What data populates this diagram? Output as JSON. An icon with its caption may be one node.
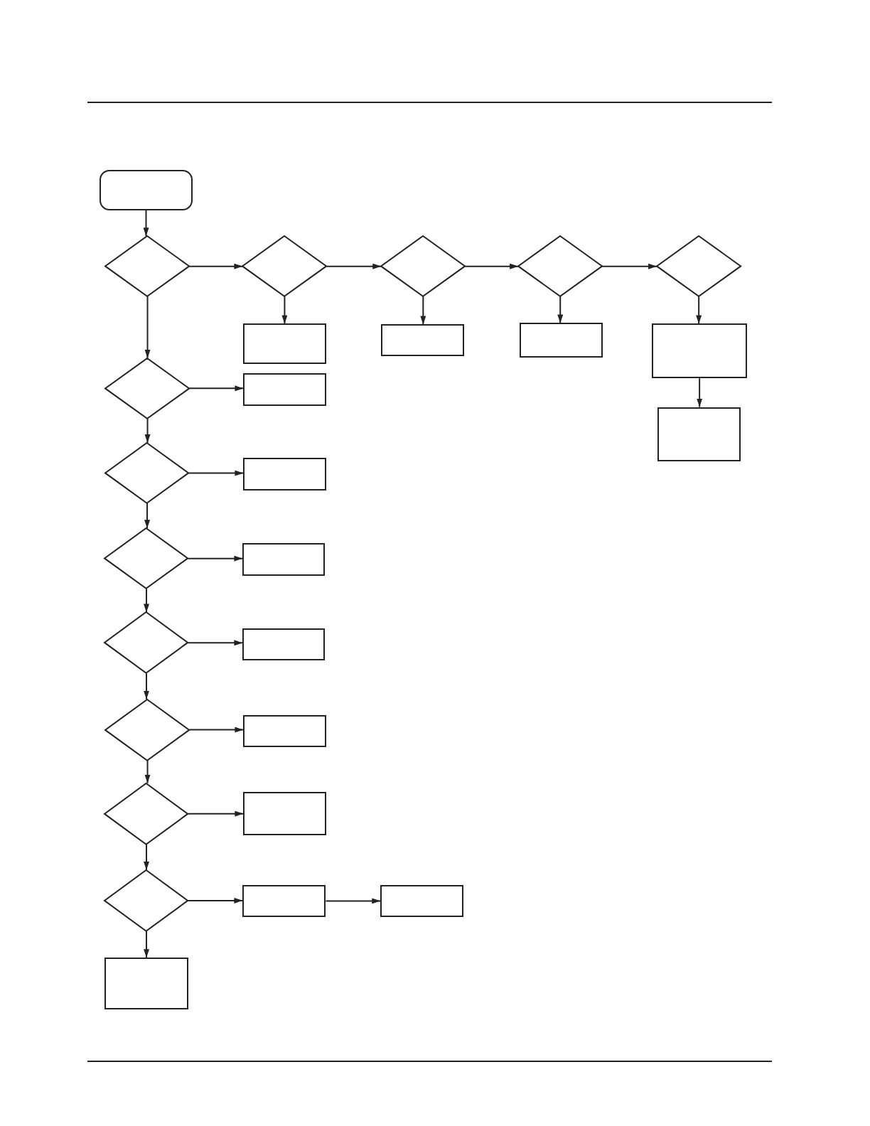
{
  "diagram": {
    "nodes": [
      {
        "text": [],
        "shape": "box"
      },
      {
        "text": [],
        "shape": "diamond"
      },
      {
        "text": [],
        "shape": "diamond"
      },
      {
        "text": [],
        "shape": "diamond"
      },
      {
        "text": [],
        "shape": "diamond"
      },
      {
        "text": [],
        "shape": "diamond"
      },
      {
        "text": [],
        "shape": "box"
      },
      {
        "text": [],
        "shape": "box"
      },
      {
        "text": [],
        "shape": "box"
      },
      {
        "text": [],
        "shape": "box"
      },
      {
        "text": [],
        "shape": "diamond"
      },
      {
        "text": [],
        "shape": "box"
      },
      {
        "text": [],
        "shape": "box"
      },
      {
        "text": [],
        "shape": "diamond"
      },
      {
        "text": [],
        "shape": "box"
      },
      {
        "text": [],
        "shape": "diamond"
      },
      {
        "text": [],
        "shape": "box"
      },
      {
        "text": [],
        "shape": "diamond"
      },
      {
        "text": [],
        "shape": "box"
      },
      {
        "text": [],
        "shape": "diamond"
      },
      {
        "text": [],
        "shape": "box"
      },
      {
        "text": [],
        "shape": "diamond"
      },
      {
        "text": [],
        "shape": "box"
      },
      {
        "text": [],
        "shape": "diamond"
      },
      {
        "text": [],
        "shape": "box"
      },
      {
        "text": [],
        "shape": "box"
      },
      {
        "text": [],
        "shape": "box"
      }
    ],
    "edges": [
      {
        "from": 0,
        "to": 1,
        "arrow": "to"
      },
      {
        "from": 1,
        "to": 2,
        "arrow": "to"
      },
      {
        "from": 2,
        "to": 3,
        "arrow": "to"
      },
      {
        "from": 3,
        "to": 4,
        "arrow": "to"
      },
      {
        "from": 4,
        "to": 5,
        "arrow": "to"
      },
      {
        "from": 2,
        "to": 6,
        "arrow": "to"
      },
      {
        "from": 3,
        "to": 7,
        "arrow": "to"
      },
      {
        "from": 4,
        "to": 8,
        "arrow": "to"
      },
      {
        "from": 5,
        "to": 9,
        "arrow": "to"
      },
      {
        "from": 9,
        "to": 12,
        "arrow": "to"
      },
      {
        "from": 1,
        "to": 10,
        "arrow": "to"
      },
      {
        "from": 10,
        "to": 11,
        "arrow": "to"
      },
      {
        "from": 10,
        "to": 13,
        "arrow": "to"
      },
      {
        "from": 13,
        "to": 14,
        "arrow": "to"
      },
      {
        "from": 13,
        "to": 15,
        "arrow": "to"
      },
      {
        "from": 15,
        "to": 16,
        "arrow": "to"
      },
      {
        "from": 15,
        "to": 17,
        "arrow": "to"
      },
      {
        "from": 17,
        "to": 18,
        "arrow": "to"
      },
      {
        "from": 17,
        "to": 19,
        "arrow": "to"
      },
      {
        "from": 19,
        "to": 20,
        "arrow": "to"
      },
      {
        "from": 19,
        "to": 21,
        "arrow": "to"
      },
      {
        "from": 21,
        "to": 22,
        "arrow": "to"
      },
      {
        "from": 21,
        "to": 23,
        "arrow": "to"
      },
      {
        "from": 23,
        "to": 24,
        "arrow": "to"
      },
      {
        "from": 24,
        "to": 25,
        "arrow": "to"
      },
      {
        "from": 23,
        "to": 26,
        "arrow": "to"
      }
    ]
  }
}
